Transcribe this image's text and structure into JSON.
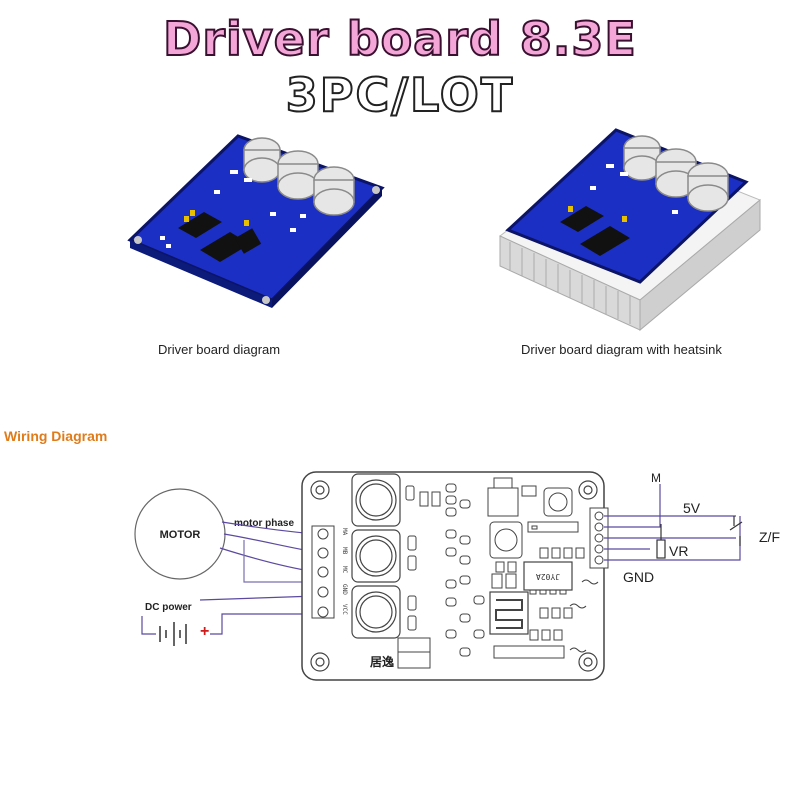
{
  "header": {
    "title": "Driver board 8.3E",
    "subtitle": "3PC/LOT"
  },
  "images": {
    "board_caption": "Driver board diagram",
    "heatsink_caption": "Driver board diagram with heatsink"
  },
  "wiring": {
    "heading": "Wiring Diagram",
    "motor_label": "MOTOR",
    "motor_phase_label": "motor phase",
    "dc_power_label": "DC power",
    "plus_sign": "+",
    "phase_pins": [
      "MA",
      "MB",
      "MC",
      "GND",
      "VCC"
    ],
    "control_pins": [
      "5V",
      "M",
      "Z/F",
      "VR",
      "GND"
    ],
    "chip_label": "JY02A",
    "board_logo": "居逸",
    "m_label": "M",
    "v5_label": "5V",
    "zf_label": "Z/F",
    "vr_label": "VR",
    "gnd_label": "GND"
  },
  "colors": {
    "title_fill": "#f4a6d8",
    "heading_orange": "#e07b1a",
    "pcb_blue": "#1f34c9",
    "wire_purple": "#5b4aa0",
    "power_red": "#d11a1a"
  }
}
